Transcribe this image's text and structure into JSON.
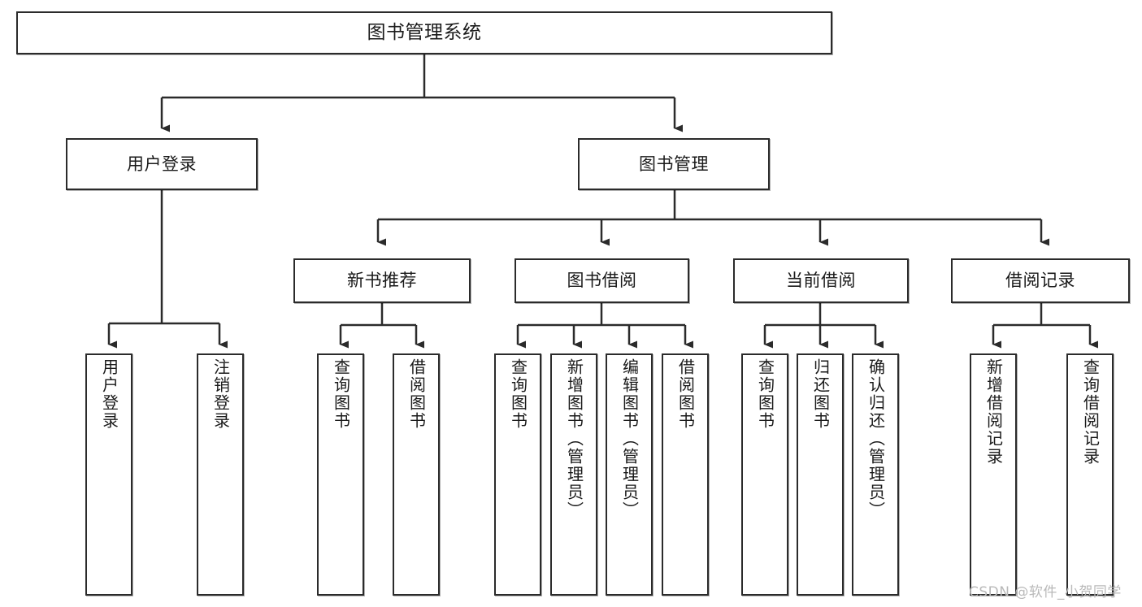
{
  "diagram": {
    "title": "图书管理系统",
    "type": "tree-hierarchy",
    "watermark": "CSDN @软件_小贺同学",
    "colors": {
      "box_border": "#2b2b2b",
      "box_fill": "#ffffff",
      "connector": "#2b2b2b",
      "text": "#1a1a1a",
      "watermark": "#b9b9b9"
    },
    "levels": {
      "root": {
        "label": "图书管理系统"
      },
      "level2": [
        {
          "label": "用户登录"
        },
        {
          "label": "图书管理"
        }
      ],
      "level3": [
        {
          "label": "新书推荐"
        },
        {
          "label": "图书借阅"
        },
        {
          "label": "当前借阅"
        },
        {
          "label": "借阅记录"
        }
      ],
      "leaves": {
        "user_login": [
          {
            "label": "用户登录"
          },
          {
            "label": "注销登录"
          }
        ],
        "new_book_recommend": [
          {
            "label": "查询图书"
          },
          {
            "label": "借阅图书"
          }
        ],
        "book_borrow": [
          {
            "label": "查询图书"
          },
          {
            "label": "新增图书（管理员）"
          },
          {
            "label": "编辑图书（管理员）"
          },
          {
            "label": "借阅图书"
          }
        ],
        "current_borrow": [
          {
            "label": "查询图书"
          },
          {
            "label": "归还图书"
          },
          {
            "label": "确认归还（管理员）"
          }
        ],
        "borrow_record": [
          {
            "label": "新增借阅记录"
          },
          {
            "label": "查询借阅记录"
          }
        ]
      }
    }
  }
}
